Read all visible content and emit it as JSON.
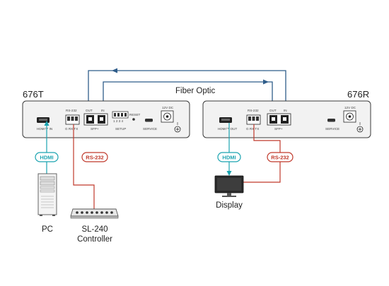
{
  "colors": {
    "fiber": "#2f5d8a",
    "hdmi": "#1aa3b0",
    "rs232": "#c0392b",
    "panel": "#f2f2f2",
    "outline": "#3a3a3a"
  },
  "fiber_label": "Fiber Optic",
  "transmitter": {
    "title": "676T",
    "labels": {
      "rs232": "RS-232",
      "hdmi_in": "HDMI™ IN",
      "g_rx_tx": "G RX TX",
      "out": "OUT",
      "in": "IN",
      "sfp": "SFP+",
      "dip_numbers": "1 2 3 4",
      "setup": "SETUP",
      "reset": "RESET",
      "service": "SERVICE",
      "power": "12V DC"
    }
  },
  "receiver": {
    "title": "676R",
    "labels": {
      "rs232": "RS-232",
      "hdmi_out": "HDMI™ OUT",
      "g_rx_tx": "G RX TX",
      "out": "OUT",
      "in": "IN",
      "sfp": "SFP+",
      "service": "SERVICE",
      "power": "12V DC"
    }
  },
  "cable_tags": {
    "hdmi_left": "HDMI",
    "rs232_left": "RS-232",
    "hdmi_right": "HDMI",
    "rs232_right": "RS-232"
  },
  "devices": {
    "pc": "PC",
    "controller_line1": "SL-240",
    "controller_line2": "Controller",
    "display": "Display"
  },
  "icons": [
    "pc-tower-icon",
    "controller-keypad-icon",
    "display-monitor-icon",
    "hdmi-port-icon",
    "terminal-block-icon",
    "sfp-port-icon",
    "dip-switch-icon",
    "usb-port-icon",
    "power-jack-icon",
    "arrow-left-icon"
  ]
}
